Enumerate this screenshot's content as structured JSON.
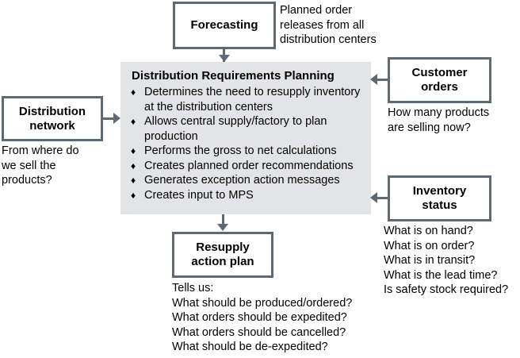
{
  "diagram": {
    "title": "Distribution Requirements Planning process diagram",
    "colors": {
      "box_border": "#5d6975",
      "panel_fill": "#e3e4e6",
      "connector": "#5d6975",
      "text": "#000000",
      "background": "#ffffff"
    }
  },
  "central": {
    "title": "Distribution Requirements Planning",
    "bullet_glyph": "♦",
    "bullets": [
      "Determines the need to resupply inventory at the distribution centers",
      "Allows central supply/factory to plan production",
      "Performs the gross to net calculations",
      "Creates planned order recommendations",
      "Generates exception action messages",
      "Creates input to MPS"
    ]
  },
  "nodes": {
    "forecasting": {
      "label": "Forecasting"
    },
    "distribution_network": {
      "line1": "Distribution",
      "line2": "network"
    },
    "customer_orders": {
      "line1": "Customer",
      "line2": "orders"
    },
    "inventory_status": {
      "line1": "Inventory",
      "line2": "status"
    },
    "resupply_action_plan": {
      "line1": "Resupply",
      "line2": "action plan"
    }
  },
  "captions": {
    "forecasting_note": "Planned order\nreleases from all\ndistribution centers",
    "distribution_network_note": "From where do\nwe sell the\nproducts?",
    "customer_orders_note": "How many products\nare selling now?",
    "inventory_status_note": "What is on hand?\nWhat is on order?\nWhat is in transit?\nWhat is the lead time?\nIs safety stock required?",
    "resupply_note": "Tells us:\nWhat should be produced/ordered?\nWhat orders should be expedited?\nWhat orders should be cancelled?\nWhat should be de-expedited?"
  },
  "connectors": [
    {
      "name": "forecasting-to-drp",
      "from": "forecasting",
      "to": "central",
      "direction": "down"
    },
    {
      "name": "distribution-network-to-drp",
      "from": "distribution_network",
      "to": "central",
      "direction": "right"
    },
    {
      "name": "customer-orders-to-drp",
      "from": "customer_orders",
      "to": "central",
      "direction": "left"
    },
    {
      "name": "inventory-status-to-drp",
      "from": "inventory_status",
      "to": "central",
      "direction": "left"
    },
    {
      "name": "drp-to-resupply",
      "from": "central",
      "to": "resupply_action_plan",
      "direction": "down"
    }
  ]
}
